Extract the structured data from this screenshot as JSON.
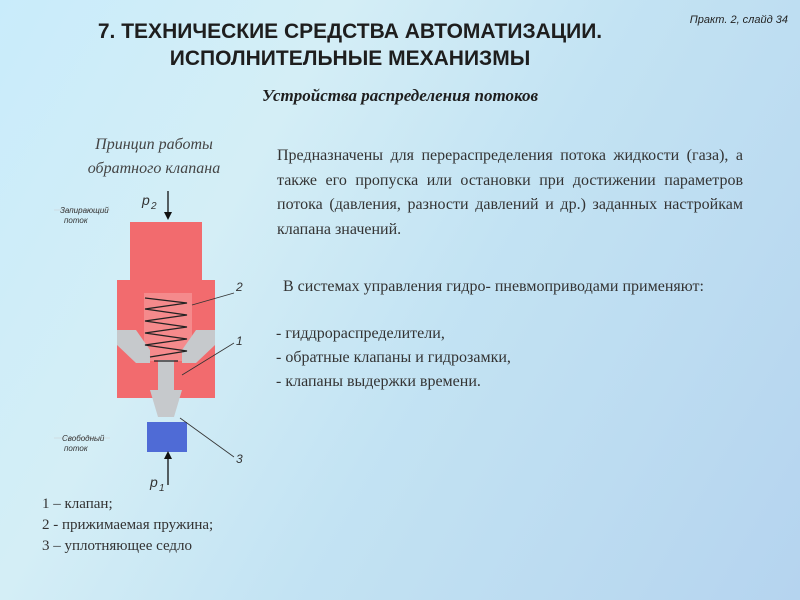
{
  "header": {
    "title_line1": "7. ТЕХНИЧЕСКИЕ СРЕДСТВА АВТОМАТИЗАЦИИ.",
    "title_line2": "ИСПОЛНИТЕЛЬНЫЕ МЕХАНИЗМЫ",
    "slide_ref": "Практ. 2, слайд 34",
    "subtitle": "Устройства распределения потоков"
  },
  "diagram": {
    "title_line1": "Принцип работы",
    "title_line2": "обратного клапана",
    "label_p2": "p",
    "label_p2_sub": "2",
    "label_p1": "p",
    "label_p1_sub": "1",
    "label_top_line1": "Запирающий",
    "label_top_line2": "поток",
    "label_bottom_line1": "Свободный",
    "label_bottom_line2": "поток",
    "marker_2": "2",
    "marker_1": "1",
    "marker_3": "3",
    "colors": {
      "body": "#f26b6e",
      "body_light": "#f58a8c",
      "valve": "#c6c9cc",
      "inlet": "#4f6bd6"
    }
  },
  "legend": {
    "item1": "1 – клапан;",
    "item2": "2 - прижимаемая пружина;",
    "item3": "3 – уплотняющее седло"
  },
  "content": {
    "paragraph1": "Предназначены для перераспределения потока жидкости (газа), а также его пропуска или остановки при достижении параметров потока (давления, разности давлений и др.) заданных настройкам клапана значений.",
    "paragraph2": "В системах управления гидро- пневмоприводами применяют:",
    "list": [
      "- гиддрораспределители,",
      "- обратные клапаны и гидрозамки,",
      "- клапаны выдержки времени."
    ]
  }
}
